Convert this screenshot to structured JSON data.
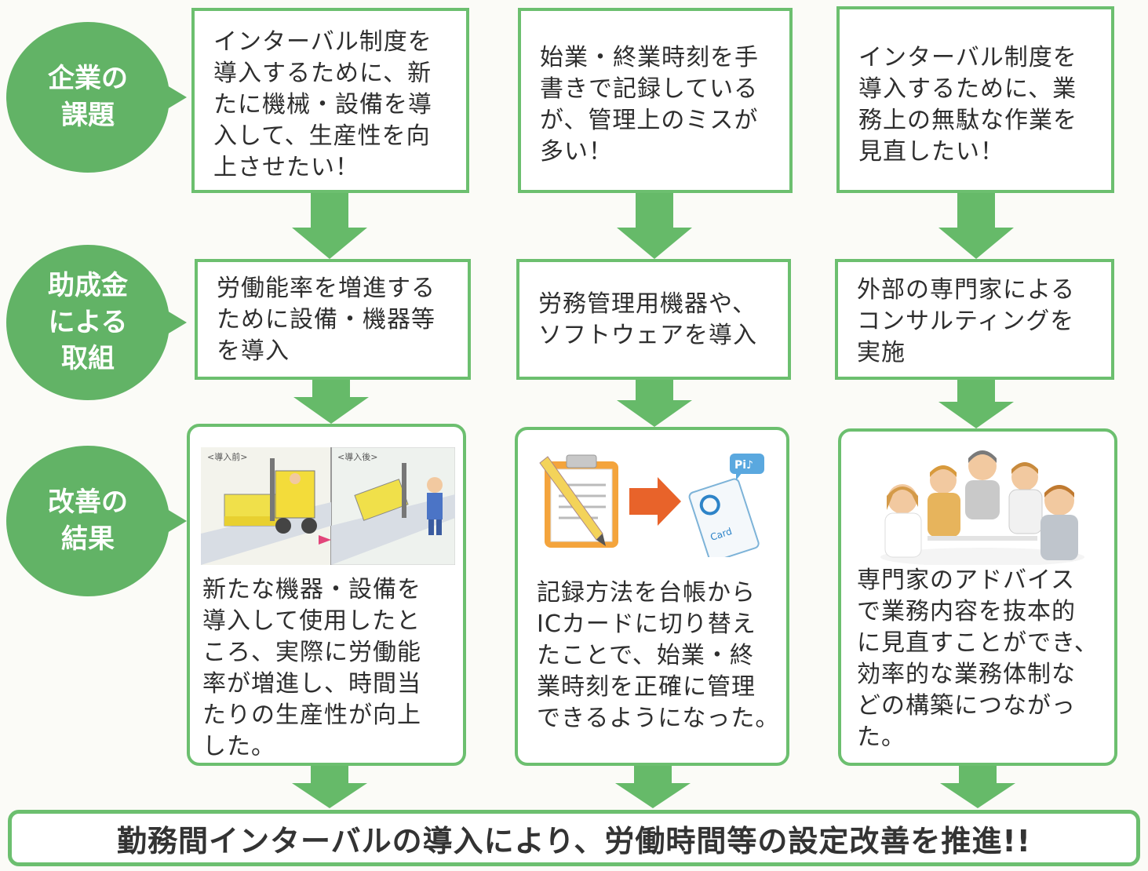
{
  "labels": {
    "row1": "企業の\n課題",
    "row2": "助成金\nによる\n取組",
    "row3": "改善の\n結果"
  },
  "columns": [
    {
      "issue": "インターバル制度を\n導入するために、新\nたに機械・設備を導\n入して、生産性を向\n上させたい！",
      "action": "労働能率を増進する\nために設備・機器等\nを導入",
      "result": "新たな機器・設備を\n導入して使用したと\nころ、実際に労働能\n率が増進し、時間当\nたりの生産性が向上\nした。",
      "illus_before": "<導入前>",
      "illus_after": "<導入後>"
    },
    {
      "issue": "始業・終業時刻を手\n書きで記録している\nが、管理上のミスが\n多い！",
      "action": "労務管理用機器や、\nソフトウェアを導入",
      "result": "記録方法を台帳から\nICカードに切り替え\nたことで、始業・終\n業時刻を正確に管理\nできるようになった。",
      "card_text": "Card",
      "pi_text": "Pi♪"
    },
    {
      "issue": "インターバル制度を\n導入するために、業\n務上の無駄な作業を\n見直したい！",
      "action": "外部の専門家による\nコンサルティングを\n実施",
      "result": "専門家のアドバイス\nで業務内容を抜本的\nに見直すことができ、\n効率的な業務体制な\nどの構築につながっ\nた。"
    }
  ],
  "conclusion": "勤務間インターバルの導入により、労働時間等の設定改善を推進!!",
  "colors": {
    "green": "#62b366",
    "border": "#6cbf6f",
    "orange_arrow": "#e8632a"
  }
}
